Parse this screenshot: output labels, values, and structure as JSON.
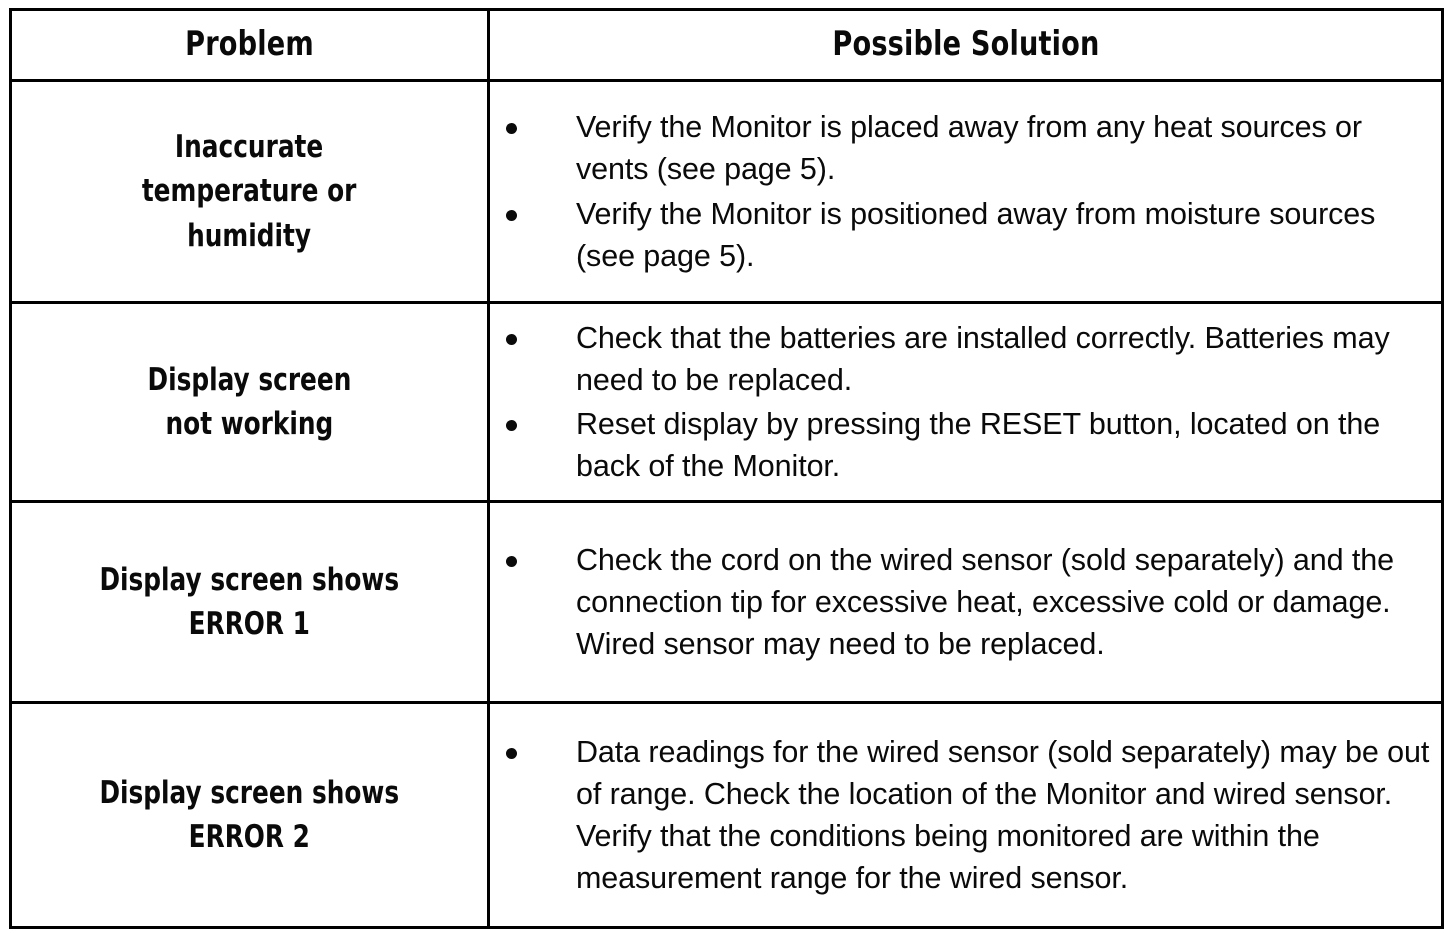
{
  "table": {
    "headers": {
      "problem": "Problem",
      "solution": "Possible Solution"
    },
    "rows": [
      {
        "problem": "Inaccurate\ntemperature or\nhumidity",
        "solutions": [
          "Verify the Monitor is placed away from any heat sources or vents (see page 5).",
          "Verify the Monitor is positioned away from moisture sources (see page 5)."
        ]
      },
      {
        "problem": "Display screen\nnot working",
        "solutions": [
          "Check that the batteries are installed correctly. Batteries may need to be replaced.",
          "Reset display by pressing the RESET button, located on the back of the Monitor."
        ]
      },
      {
        "problem": "Display screen shows\nERROR 1",
        "solutions": [
          "Check the cord on the wired sensor (sold separately) and the connection tip for excessive heat, excessive cold or damage. Wired sensor may need to be replaced."
        ]
      },
      {
        "problem": "Display screen shows\nERROR 2",
        "solutions": [
          "Data readings for the wired sensor (sold separately) may be out of range. Check the location of the Monitor and wired sensor. Verify that the conditions being monitored are within the measurement range for the wired sensor."
        ]
      }
    ]
  },
  "style": {
    "text_color": "#0a0a0a",
    "border_color": "#000000",
    "background_color": "#ffffff",
    "bullet_glyph": "bullet-dot"
  }
}
